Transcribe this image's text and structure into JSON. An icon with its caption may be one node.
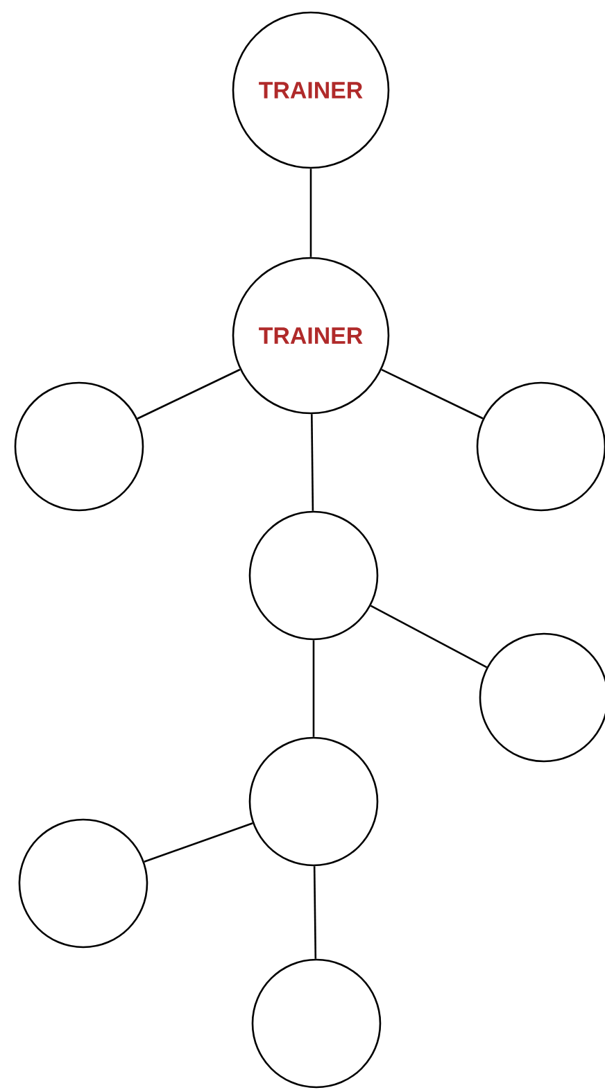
{
  "diagram": {
    "nodes": [
      {
        "text": [
          "TRAINER"
        ]
      },
      {
        "text": [
          "TRAINER"
        ]
      },
      {
        "text": [],
        "shape": "circle"
      },
      {
        "text": [],
        "shape": "circle"
      },
      {
        "text": [],
        "shape": "circle"
      },
      {
        "text": [],
        "shape": "circle"
      },
      {
        "text": [],
        "shape": "circle"
      },
      {
        "text": [],
        "shape": "circle"
      },
      {
        "text": [],
        "shape": "circle"
      }
    ],
    "edges": [
      {
        "from": 0,
        "to": 1,
        "arrow": "none"
      },
      {
        "from": 1,
        "to": 2,
        "arrow": "none"
      },
      {
        "from": 1,
        "to": 3,
        "arrow": "none"
      },
      {
        "from": 1,
        "to": 4,
        "arrow": "none"
      },
      {
        "from": 4,
        "to": 5,
        "arrow": "none"
      },
      {
        "from": 4,
        "to": 6,
        "arrow": "none"
      },
      {
        "from": 6,
        "to": 7,
        "arrow": "none"
      },
      {
        "from": 6,
        "to": 8,
        "arrow": "none"
      }
    ]
  }
}
